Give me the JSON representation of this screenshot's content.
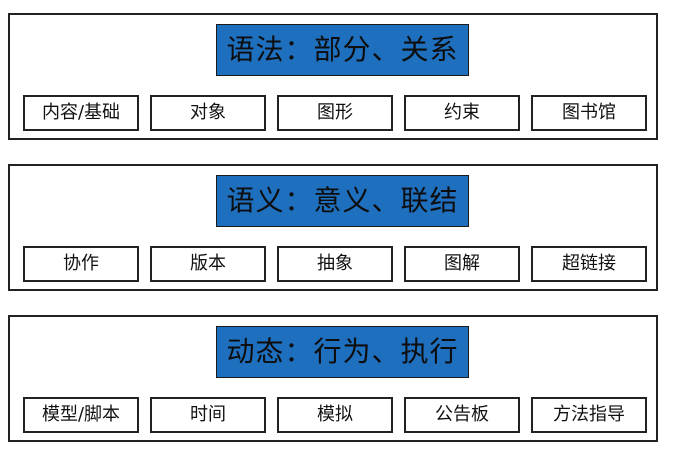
{
  "colors": {
    "title_fill": "#1f6fbf",
    "border": "#222222",
    "background": "#ffffff"
  },
  "layers": [
    {
      "title": "语法：部分、关系",
      "items": [
        "内容/基础",
        "对象",
        "图形",
        "约束",
        "图书馆"
      ]
    },
    {
      "title": "语义：意义、联结",
      "items": [
        "协作",
        "版本",
        "抽象",
        "图解",
        "超链接"
      ]
    },
    {
      "title": "动态：行为、执行",
      "items": [
        "模型/脚本",
        "时间",
        "模拟",
        "公告板",
        "方法指导"
      ]
    }
  ]
}
